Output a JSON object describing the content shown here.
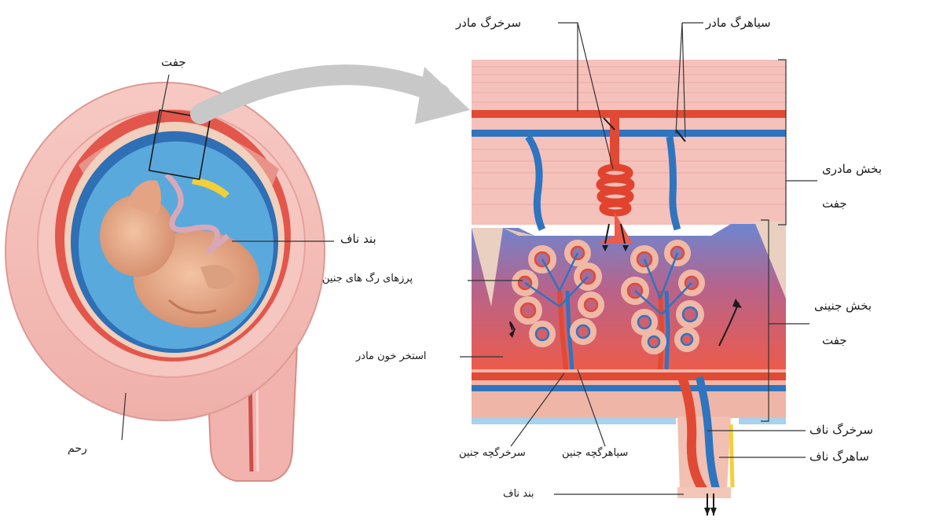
{
  "labels": {
    "placenta": "جفت",
    "umbilical_cord_left": "بند ناف",
    "uterus": "رحم",
    "maternal_artery": "سرخرگ مادر",
    "maternal_vein": "سیاهرگ مادر",
    "maternal_part_line1": "بخش مادری",
    "maternal_part_line2": "جفت",
    "fetal_part_line1": "بخش جنینی",
    "fetal_part_line2": "جفت",
    "fetal_villi": "پرزهای رگ های جنین",
    "maternal_blood_pool": "استخر خون مادر",
    "fetal_arteriole": "سرخرگچه جنین",
    "fetal_venule": "سیاهرگچه جنین",
    "umbilical_artery": "سرخرگ ناف",
    "umbilical_vein": "ساهرگ ناف",
    "umbilical_cord_bottom": "بند ناف"
  },
  "colors": {
    "uterus_wall": "#f4b6b2",
    "amniotic": "#4c9fd4",
    "fetus": "#e8a888",
    "artery": "#e0432c",
    "vein": "#2a6fb8",
    "pool_top": "#7a7fc4",
    "pool_bottom": "#e8534a",
    "tissue": "#e9b99e",
    "arrow_grey": "#c8c8c8"
  }
}
